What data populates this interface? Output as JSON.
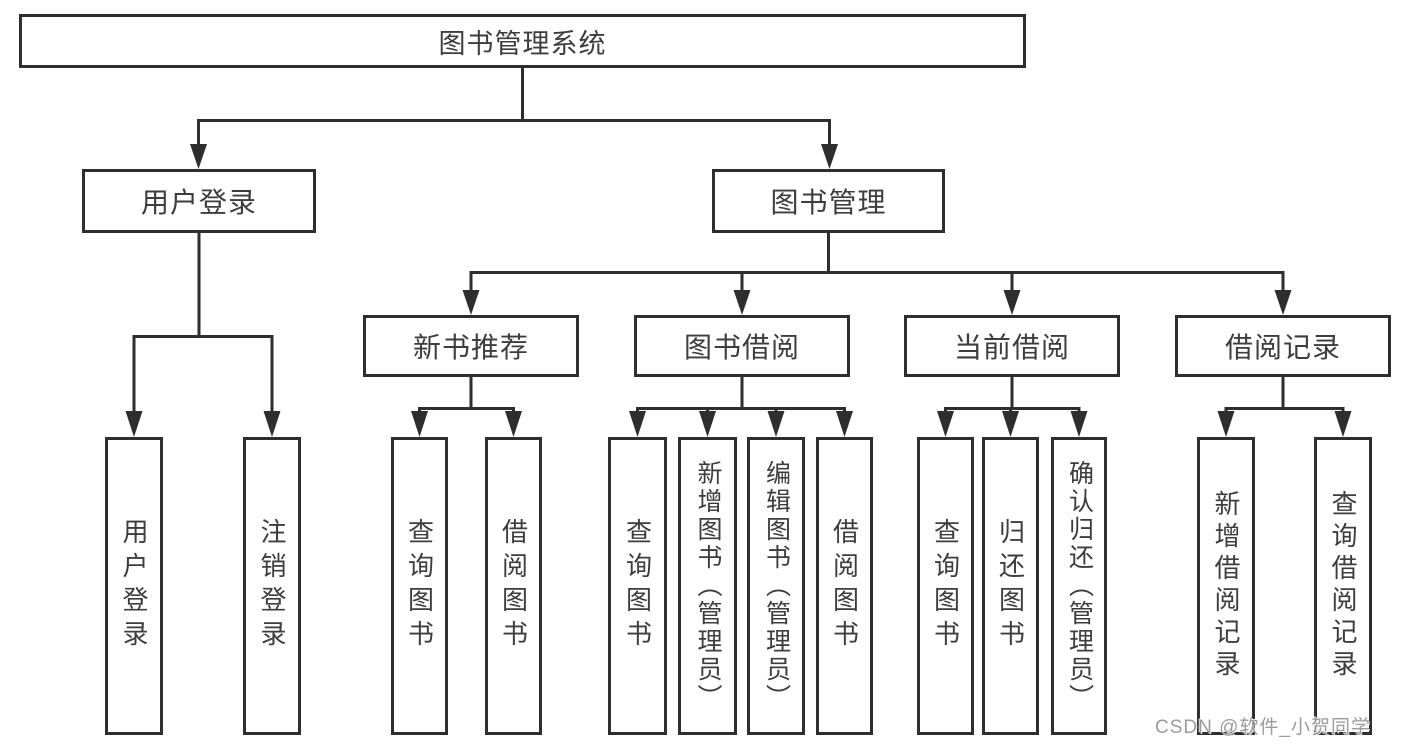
{
  "diagram": {
    "type": "hierarchy-tree",
    "root": {
      "label": "图书管理系统"
    },
    "level2": [
      {
        "label": "用户登录"
      },
      {
        "label": "图书管理"
      }
    ],
    "level3": [
      {
        "label": "新书推荐"
      },
      {
        "label": "图书借阅"
      },
      {
        "label": "当前借阅"
      },
      {
        "label": "借阅记录"
      }
    ],
    "leaves": {
      "user_login": [
        "用户登录",
        "注销登录"
      ],
      "new_book_recommend": [
        "查询图书",
        "借阅图书"
      ],
      "book_borrowing": [
        "查询图书",
        "新增图书（管理员）",
        "编辑图书（管理员）",
        "借阅图书"
      ],
      "current_borrowing": [
        "查询图书",
        "归还图书",
        "确认归还（管理员）"
      ],
      "borrowing_records": [
        "新增借阅记录",
        "查询借阅记录"
      ]
    },
    "watermark": "CSDN @软件_小贺同学",
    "colors": {
      "line": "#2e2e2e",
      "box_border": "#2e2e2e",
      "text": "#3d3d3d",
      "watermark": "#9b9b9b",
      "background": "#ffffff"
    }
  }
}
